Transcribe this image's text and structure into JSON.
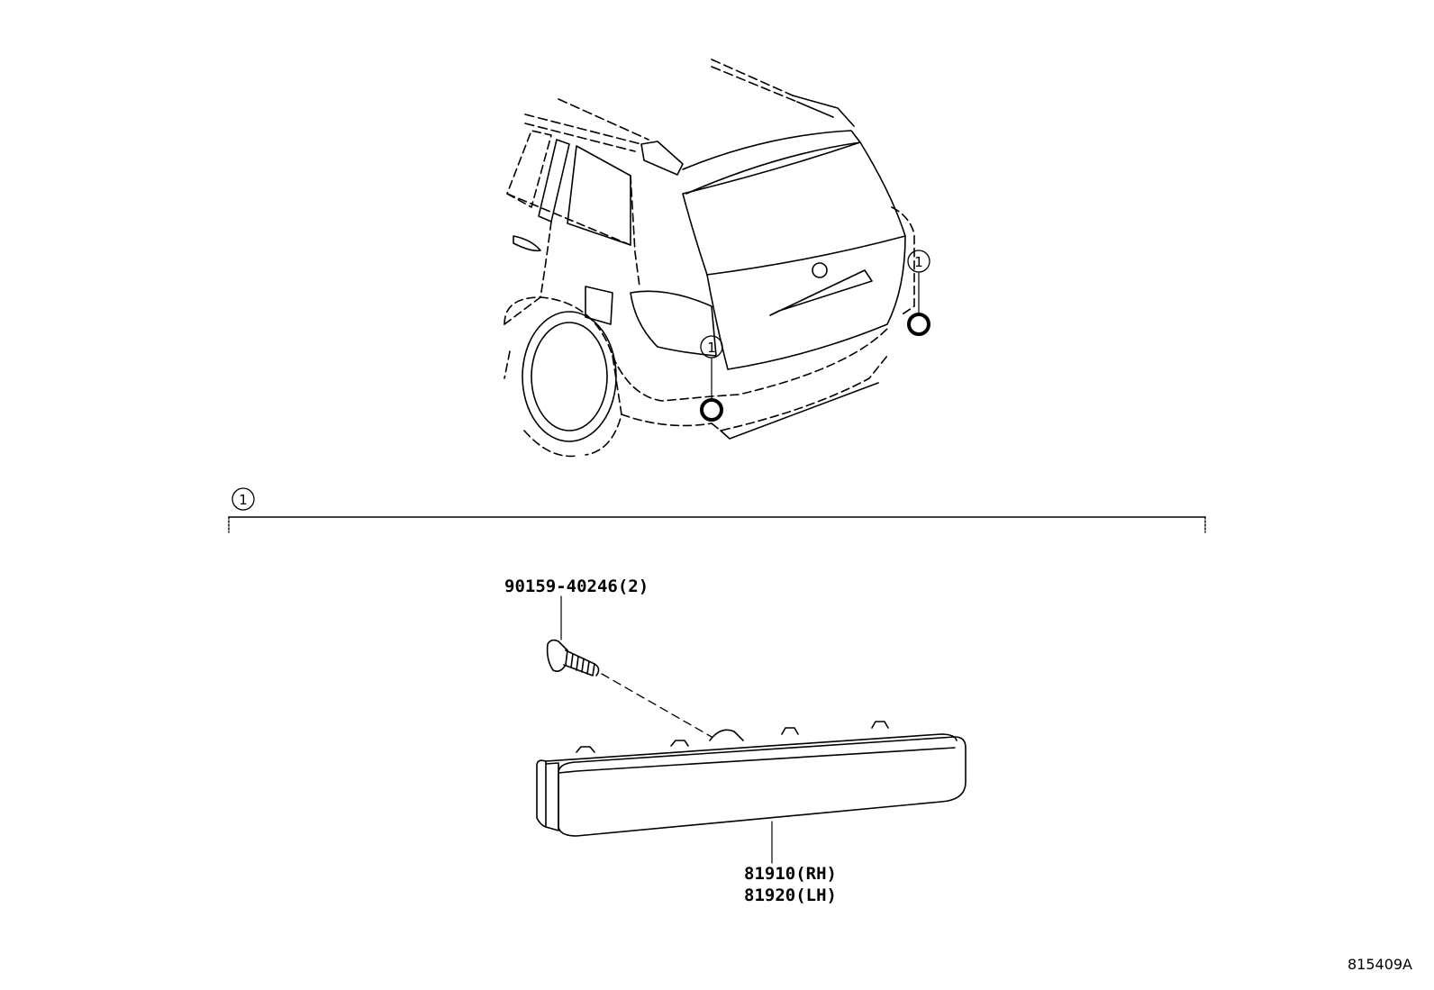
{
  "callouts": {
    "group_marker": "1",
    "car_left_marker": "1",
    "car_right_marker": "1"
  },
  "parts": {
    "screw_label": "90159-40246(2)",
    "reflector_label_rh": "81910(RH)",
    "reflector_label_lh": "81920(LH)"
  },
  "figure_ref": "815409A"
}
